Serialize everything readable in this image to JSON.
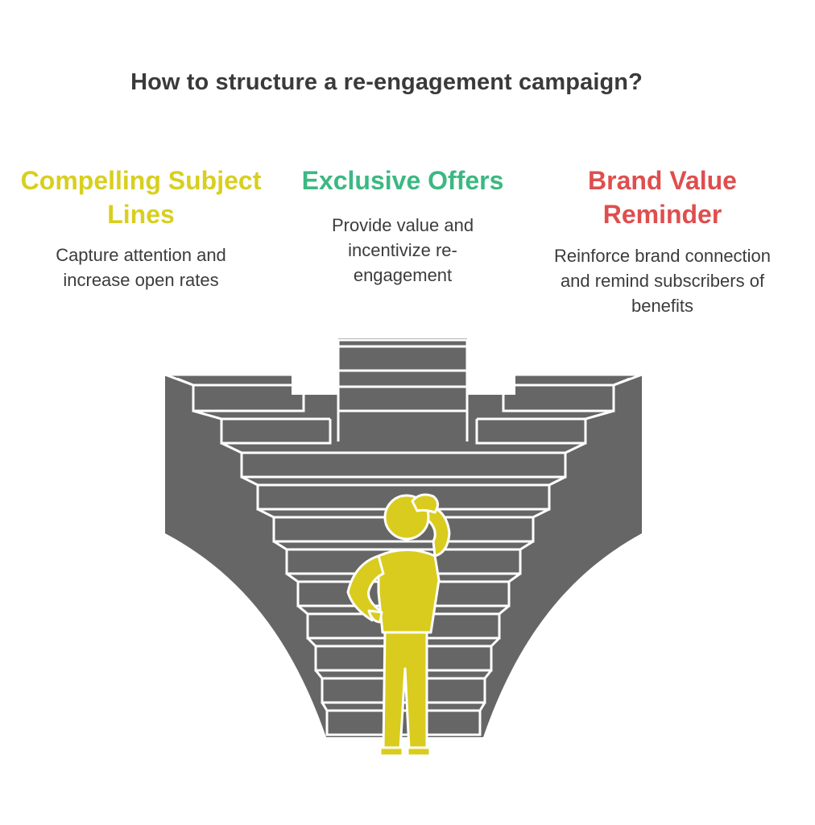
{
  "title": "How to structure a re-engagement campaign?",
  "columns": [
    {
      "heading": "Compelling Subject Lines",
      "description": "Capture attention and increase open rates",
      "color": "#d8cf1f"
    },
    {
      "heading": "Exclusive Offers",
      "description": "Provide value and incentivize re-engagement",
      "color": "#3cb882"
    },
    {
      "heading": "Brand Value Reminder",
      "description": "Reinforce brand connection and remind subscribers of benefits",
      "color": "#df4e4e"
    }
  ],
  "illustration": {
    "structure_color": "#666666",
    "person_color": "#d9cc1e",
    "icons": [
      "staircase-funnel-icon",
      "thinking-person-icon"
    ]
  }
}
